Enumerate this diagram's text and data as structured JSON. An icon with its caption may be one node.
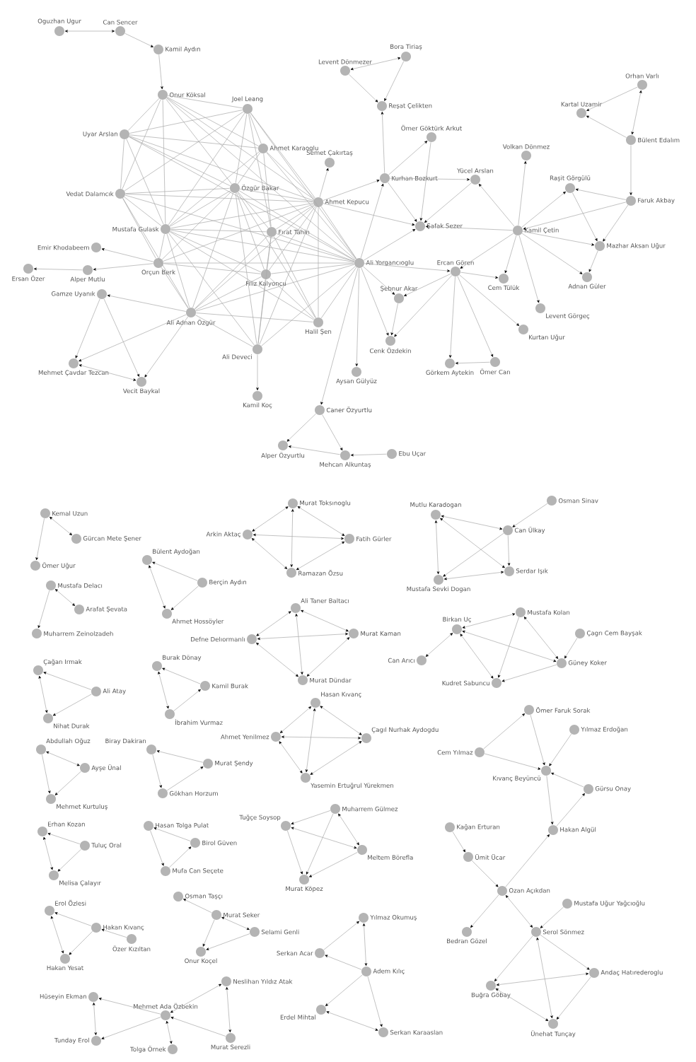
{
  "diagram": {
    "nodes": [
      {
        "text": [
          "Oguzhan Ugur"
        ]
      },
      {
        "text": [
          "Can Sencer"
        ]
      },
      {
        "text": [
          "Kamil Aydın"
        ]
      },
      {
        "text": [
          "Onur Köksal"
        ]
      },
      {
        "text": [
          "Joel Leang"
        ]
      },
      {
        "text": [
          "Uyar Arslan"
        ]
      },
      {
        "text": [
          "Ahmet Karaoglu"
        ]
      },
      {
        "text": [
          "Vedat Dalamcık"
        ]
      },
      {
        "text": [
          "Özgür Bakar"
        ]
      },
      {
        "text": [
          "Mustafa Gulask"
        ]
      },
      {
        "text": [
          "Fırat Tahin"
        ]
      },
      {
        "text": [
          "Semet Çakırtaş"
        ]
      },
      {
        "text": [
          "Ahmet Kepucu"
        ]
      },
      {
        "text": [
          "Emir Khodabeem"
        ]
      },
      {
        "text": [
          "Ersan Özer"
        ]
      },
      {
        "text": [
          "Alper Mutlu"
        ]
      },
      {
        "text": [
          "Orçun Berk"
        ]
      },
      {
        "text": [
          "Filiz Kalyoncu"
        ]
      },
      {
        "text": [
          "Ali Yorgancıoglu"
        ]
      },
      {
        "text": [
          "Gamze Uyanık"
        ]
      },
      {
        "text": [
          "Ali Adnan Özgür"
        ]
      },
      {
        "text": [
          "Ali Deveci"
        ]
      },
      {
        "text": [
          "Halil Şen"
        ]
      },
      {
        "text": [
          "Mehmet Çavdar Tezcan"
        ]
      },
      {
        "text": [
          "Vecit Baykal"
        ]
      },
      {
        "text": [
          "Kamil Koç"
        ]
      },
      {
        "text": [
          "Caner Özyurtlu"
        ]
      },
      {
        "text": [
          "Alper Özyurtlu"
        ]
      },
      {
        "text": [
          "Mehcan Alkuntaş"
        ]
      },
      {
        "text": [
          "Ebu Uçar"
        ]
      },
      {
        "text": [
          "Levent Dönmezer"
        ]
      },
      {
        "text": [
          "Bora Tiriaş"
        ]
      },
      {
        "text": [
          "Reşat Çelikten"
        ]
      },
      {
        "text": [
          "Ömer Göktürk Arkut"
        ]
      },
      {
        "text": [
          "Volkan Dönmez"
        ]
      },
      {
        "text": [
          "Kurhan Bozkurt"
        ]
      },
      {
        "text": [
          "Yücel Arslan"
        ]
      },
      {
        "text": [
          "Raşit Görgülü"
        ]
      },
      {
        "text": [
          "Şafak Sezer"
        ]
      },
      {
        "text": [
          "Kamil Çetin"
        ]
      },
      {
        "text": [
          "Ercan Gören"
        ]
      },
      {
        "text": [
          "Şebnur Akar"
        ]
      },
      {
        "text": [
          "Cem Tülük"
        ]
      },
      {
        "text": [
          "Cenk Özdekin"
        ]
      },
      {
        "text": [
          "Levent Görgeç"
        ]
      },
      {
        "text": [
          "Kurtan Uğur"
        ]
      },
      {
        "text": [
          "Görkem Aytekin"
        ]
      },
      {
        "text": [
          "Ömer Can"
        ]
      },
      {
        "text": [
          "Adnan Güler"
        ]
      },
      {
        "text": [
          "Mazhar Aksan Uğur"
        ]
      },
      {
        "text": [
          "Faruk Akbay"
        ]
      },
      {
        "text": [
          "Kartal Uzamir"
        ]
      },
      {
        "text": [
          "Orhan Varlı"
        ]
      },
      {
        "text": [
          "Bülent Edalım"
        ]
      },
      {
        "text": [
          "Aysan Gülyüz"
        ]
      },
      {
        "text": [
          "Kemal Uzun"
        ]
      },
      {
        "text": [
          "Gürcan Mete Şener"
        ]
      },
      {
        "text": [
          "Ömer Uğur"
        ]
      },
      {
        "text": [
          "Mustafa Delacı"
        ]
      },
      {
        "text": [
          "Arafat Şevata"
        ]
      },
      {
        "text": [
          "Muharrem Zeinolzadeh"
        ]
      },
      {
        "text": [
          "Çağan Irmak"
        ]
      },
      {
        "text": [
          "Ali Atay"
        ]
      },
      {
        "text": [
          "Nihat Durak"
        ]
      },
      {
        "text": [
          "Abdullah Oğuz"
        ]
      },
      {
        "text": [
          "Ayşe Ünal"
        ]
      },
      {
        "text": [
          "Mehmet Kurtuluş"
        ]
      },
      {
        "text": [
          "Erhan Kozan"
        ]
      },
      {
        "text": [
          "Tuluç Oral"
        ]
      },
      {
        "text": [
          "Melisa Çalayır"
        ]
      },
      {
        "text": [
          "Erol Özlesi"
        ]
      },
      {
        "text": [
          "Hakan Kıvanç"
        ]
      },
      {
        "text": [
          "Özer Kızıltan"
        ]
      },
      {
        "text": [
          "Hakan Yesat"
        ]
      },
      {
        "text": [
          "Hüseyin Ekman"
        ]
      },
      {
        "text": [
          "Mehmet Ada Özbekin"
        ]
      },
      {
        "text": [
          "Neslihan Yıldız Atak"
        ]
      },
      {
        "text": [
          "Tunday Erol"
        ]
      },
      {
        "text": [
          "Tolga Örnek"
        ]
      },
      {
        "text": [
          "Murat Serezli"
        ]
      },
      {
        "text": [
          "Bülent Aydoğan"
        ]
      },
      {
        "text": [
          "Berçin Aydın"
        ]
      },
      {
        "text": [
          "Ahmet Hossöyler"
        ]
      },
      {
        "text": [
          "Burak Dönay"
        ]
      },
      {
        "text": [
          "Kamil Burak"
        ]
      },
      {
        "text": [
          "İbrahim Vurmaz"
        ]
      },
      {
        "text": [
          "Biray Dakiran"
        ]
      },
      {
        "text": [
          "Murat Şendy"
        ]
      },
      {
        "text": [
          "Gökhan Horzum"
        ]
      },
      {
        "text": [
          "Hasan Tolga Pulat"
        ]
      },
      {
        "text": [
          "Birol Güven"
        ]
      },
      {
        "text": [
          "Mufa Can Seçete"
        ]
      },
      {
        "text": [
          "Osman Taşçı"
        ]
      },
      {
        "text": [
          "Murat Seker"
        ]
      },
      {
        "text": [
          "Selami Genli"
        ]
      },
      {
        "text": [
          "Onur Koçel"
        ]
      },
      {
        "text": [
          "Arkin Aktaç"
        ]
      },
      {
        "text": [
          "Murat Toksınoglu"
        ]
      },
      {
        "text": [
          "Fatih Gürler"
        ]
      },
      {
        "text": [
          "Ramazan Özsu"
        ]
      },
      {
        "text": [
          "Ali Taner Baltacı"
        ]
      },
      {
        "text": [
          "Defne Delıormanlı"
        ]
      },
      {
        "text": [
          "Murat Kaman"
        ]
      },
      {
        "text": [
          "Murat Dündar"
        ]
      },
      {
        "text": [
          "Hasan Kıvanç"
        ]
      },
      {
        "text": [
          "Ahmet Yenilmez"
        ]
      },
      {
        "text": [
          "Çagıl Nurhak Aydogdu"
        ]
      },
      {
        "text": [
          "Yasemin Ertuğrul Yürekmen"
        ]
      },
      {
        "text": [
          "Tuğçe Soysop"
        ]
      },
      {
        "text": [
          "Muharrem Gülmez"
        ]
      },
      {
        "text": [
          "Meltem Börefla"
        ]
      },
      {
        "text": [
          "Murat Köpez"
        ]
      },
      {
        "text": [
          "Mutlu Karadogan"
        ]
      },
      {
        "text": [
          "Osman Sinav"
        ]
      },
      {
        "text": [
          "Can Ülkay"
        ]
      },
      {
        "text": [
          "Serdar Işık"
        ]
      },
      {
        "text": [
          "Mustafa Sevki Dogan"
        ]
      },
      {
        "text": [
          "Birkan Uç"
        ]
      },
      {
        "text": [
          "Mustafa Kolan"
        ]
      },
      {
        "text": [
          "Çagrı Cem Bayşak"
        ]
      },
      {
        "text": [
          "Can Arıcı"
        ]
      },
      {
        "text": [
          "Güney Koker"
        ]
      },
      {
        "text": [
          "Kudret Sabuncu"
        ]
      },
      {
        "text": [
          "Ömer Faruk Sorak"
        ]
      },
      {
        "text": [
          "Yılmaz Erdoğan"
        ]
      },
      {
        "text": [
          "Cem Yılmaz"
        ]
      },
      {
        "text": [
          "Kıvanç Beyüncü"
        ]
      },
      {
        "text": [
          "Gürsu Onay"
        ]
      },
      {
        "text": [
          "Kağan Erturan"
        ]
      },
      {
        "text": [
          "Hakan Algül"
        ]
      },
      {
        "text": [
          "Ümit Ücar"
        ]
      },
      {
        "text": [
          "Ozan Açıkdan"
        ]
      },
      {
        "text": [
          "Bedran Gözel"
        ]
      },
      {
        "text": [
          "Mustafa Uğur Yağcıoğlu"
        ]
      },
      {
        "text": [
          "Serol Sönmez"
        ]
      },
      {
        "text": [
          "Andaç Hatırederoglu"
        ]
      },
      {
        "text": [
          "Buğra Göbay"
        ]
      },
      {
        "text": [
          "Ünehat Tunçay"
        ]
      },
      {
        "text": [
          "Yılmaz Okumuş"
        ]
      },
      {
        "text": [
          "Serkan Acar"
        ]
      },
      {
        "text": [
          "Adem Kılıç"
        ]
      },
      {
        "text": [
          "Erdel Mihtal"
        ]
      },
      {
        "text": [
          "Serkan Karaaslan"
        ]
      }
    ],
    "edges": [
      {
        "from": 3,
        "to": 12,
        "arrow": "none"
      },
      {
        "from": 4,
        "to": 12,
        "arrow": "none"
      },
      {
        "from": 5,
        "to": 12,
        "arrow": "none"
      },
      {
        "from": 6,
        "to": 12,
        "arrow": "none"
      },
      {
        "from": 7,
        "to": 12,
        "arrow": "none"
      },
      {
        "from": 8,
        "to": 12,
        "arrow": "none"
      },
      {
        "from": 9,
        "to": 12,
        "arrow": "none"
      },
      {
        "from": 10,
        "to": 12,
        "arrow": "none"
      },
      {
        "from": 16,
        "to": 12,
        "arrow": "none"
      },
      {
        "from": 17,
        "to": 12,
        "arrow": "none"
      },
      {
        "from": 18,
        "to": 12,
        "arrow": "none"
      },
      {
        "from": 20,
        "to": 12,
        "arrow": "none"
      },
      {
        "from": 21,
        "to": 12,
        "arrow": "none"
      },
      {
        "from": 22,
        "to": 12,
        "arrow": "none"
      },
      {
        "from": 3,
        "to": 18,
        "arrow": "none"
      },
      {
        "from": 4,
        "to": 18,
        "arrow": "none"
      },
      {
        "from": 5,
        "to": 18,
        "arrow": "none"
      },
      {
        "from": 6,
        "to": 18,
        "arrow": "none"
      },
      {
        "from": 7,
        "to": 18,
        "arrow": "none"
      },
      {
        "from": 8,
        "to": 18,
        "arrow": "none"
      },
      {
        "from": 9,
        "to": 18,
        "arrow": "none"
      },
      {
        "from": 10,
        "to": 18,
        "arrow": "none"
      },
      {
        "from": 16,
        "to": 18,
        "arrow": "none"
      },
      {
        "from": 17,
        "to": 18,
        "arrow": "none"
      },
      {
        "from": 20,
        "to": 18,
        "arrow": "none"
      },
      {
        "from": 21,
        "to": 18,
        "arrow": "none"
      },
      {
        "from": 22,
        "to": 18,
        "arrow": "none"
      },
      {
        "from": 3,
        "to": 8,
        "arrow": "none"
      },
      {
        "from": 4,
        "to": 8,
        "arrow": "none"
      },
      {
        "from": 5,
        "to": 8,
        "arrow": "none"
      },
      {
        "from": 6,
        "to": 8,
        "arrow": "none"
      },
      {
        "from": 7,
        "to": 8,
        "arrow": "none"
      },
      {
        "from": 9,
        "to": 8,
        "arrow": "none"
      },
      {
        "from": 10,
        "to": 8,
        "arrow": "none"
      },
      {
        "from": 16,
        "to": 8,
        "arrow": "none"
      },
      {
        "from": 17,
        "to": 8,
        "arrow": "none"
      },
      {
        "from": 20,
        "to": 8,
        "arrow": "none"
      },
      {
        "from": 21,
        "to": 8,
        "arrow": "none"
      },
      {
        "from": 22,
        "to": 8,
        "arrow": "none"
      },
      {
        "from": 3,
        "to": 9,
        "arrow": "none"
      },
      {
        "from": 4,
        "to": 9,
        "arrow": "none"
      },
      {
        "from": 5,
        "to": 9,
        "arrow": "none"
      },
      {
        "from": 6,
        "to": 9,
        "arrow": "none"
      },
      {
        "from": 7,
        "to": 9,
        "arrow": "none"
      },
      {
        "from": 10,
        "to": 9,
        "arrow": "none"
      },
      {
        "from": 16,
        "to": 9,
        "arrow": "none"
      },
      {
        "from": 17,
        "to": 9,
        "arrow": "none"
      },
      {
        "from": 20,
        "to": 9,
        "arrow": "none"
      },
      {
        "from": 21,
        "to": 9,
        "arrow": "none"
      },
      {
        "from": 22,
        "to": 9,
        "arrow": "none"
      },
      {
        "from": 3,
        "to": 4,
        "arrow": "none"
      },
      {
        "from": 3,
        "to": 5,
        "arrow": "none"
      },
      {
        "from": 3,
        "to": 6,
        "arrow": "none"
      },
      {
        "from": 3,
        "to": 7,
        "arrow": "none"
      },
      {
        "from": 4,
        "to": 5,
        "arrow": "none"
      },
      {
        "from": 4,
        "to": 6,
        "arrow": "none"
      },
      {
        "from": 4,
        "to": 7,
        "arrow": "none"
      },
      {
        "from": 4,
        "to": 10,
        "arrow": "none"
      },
      {
        "from": 5,
        "to": 6,
        "arrow": "none"
      },
      {
        "from": 5,
        "to": 7,
        "arrow": "none"
      },
      {
        "from": 7,
        "to": 16,
        "arrow": "none"
      },
      {
        "from": 7,
        "to": 20,
        "arrow": "none"
      },
      {
        "from": 10,
        "to": 6,
        "arrow": "none"
      },
      {
        "from": 10,
        "to": 17,
        "arrow": "none"
      },
      {
        "from": 10,
        "to": 20,
        "arrow": "none"
      },
      {
        "from": 10,
        "to": 21,
        "arrow": "none"
      },
      {
        "from": 10,
        "to": 22,
        "arrow": "none"
      },
      {
        "from": 17,
        "to": 16,
        "arrow": "none"
      },
      {
        "from": 17,
        "to": 20,
        "arrow": "none"
      },
      {
        "from": 17,
        "to": 21,
        "arrow": "none"
      },
      {
        "from": 17,
        "to": 22,
        "arrow": "none"
      },
      {
        "from": 20,
        "to": 16,
        "arrow": "none"
      },
      {
        "from": 20,
        "to": 21,
        "arrow": "none"
      },
      {
        "from": 20,
        "to": 22,
        "arrow": "none"
      },
      {
        "from": 0,
        "to": 1,
        "arrow": "both"
      },
      {
        "from": 1,
        "to": 2,
        "arrow": "to"
      },
      {
        "from": 2,
        "to": 3,
        "arrow": "to"
      },
      {
        "from": 16,
        "to": 13,
        "arrow": "to"
      },
      {
        "from": 15,
        "to": 14,
        "arrow": "to"
      },
      {
        "from": 16,
        "to": 15,
        "arrow": "to"
      },
      {
        "from": 20,
        "to": 19,
        "arrow": "to"
      },
      {
        "from": 19,
        "to": 23,
        "arrow": "to"
      },
      {
        "from": 19,
        "to": 24,
        "arrow": "to"
      },
      {
        "from": 23,
        "to": 24,
        "arrow": "both"
      },
      {
        "from": 20,
        "to": 23,
        "arrow": "to"
      },
      {
        "from": 20,
        "to": 24,
        "arrow": "to"
      },
      {
        "from": 21,
        "to": 25,
        "arrow": "to"
      },
      {
        "from": 18,
        "to": 26,
        "arrow": "to"
      },
      {
        "from": 26,
        "to": 27,
        "arrow": "to"
      },
      {
        "from": 26,
        "to": 28,
        "arrow": "to"
      },
      {
        "from": 29,
        "to": 28,
        "arrow": "to"
      },
      {
        "from": 28,
        "to": 27,
        "arrow": "to"
      },
      {
        "from": 12,
        "to": 11,
        "arrow": "to"
      },
      {
        "from": 30,
        "to": 31,
        "arrow": "both"
      },
      {
        "from": 31,
        "to": 32,
        "arrow": "to"
      },
      {
        "from": 30,
        "to": 32,
        "arrow": "to"
      },
      {
        "from": 35,
        "to": 32,
        "arrow": "to"
      },
      {
        "from": 35,
        "to": 33,
        "arrow": "to"
      },
      {
        "from": 35,
        "to": 36,
        "arrow": "to"
      },
      {
        "from": 35,
        "to": 38,
        "arrow": "to"
      },
      {
        "from": 12,
        "to": 35,
        "arrow": "to"
      },
      {
        "from": 18,
        "to": 35,
        "arrow": "to"
      },
      {
        "from": 33,
        "to": 38,
        "arrow": "to"
      },
      {
        "from": 36,
        "to": 38,
        "arrow": "to"
      },
      {
        "from": 39,
        "to": 36,
        "arrow": "to"
      },
      {
        "from": 39,
        "to": 38,
        "arrow": "to"
      },
      {
        "from": 39,
        "to": 34,
        "arrow": "to"
      },
      {
        "from": 39,
        "to": 37,
        "arrow": "to"
      },
      {
        "from": 50,
        "to": 39,
        "arrow": "to"
      },
      {
        "from": 39,
        "to": 49,
        "arrow": "to"
      },
      {
        "from": 39,
        "to": 48,
        "arrow": "to"
      },
      {
        "from": 39,
        "to": 42,
        "arrow": "to"
      },
      {
        "from": 39,
        "to": 44,
        "arrow": "to"
      },
      {
        "from": 39,
        "to": 40,
        "arrow": "to"
      },
      {
        "from": 40,
        "to": 41,
        "arrow": "to"
      },
      {
        "from": 40,
        "to": 43,
        "arrow": "to"
      },
      {
        "from": 40,
        "to": 42,
        "arrow": "to"
      },
      {
        "from": 40,
        "to": 45,
        "arrow": "to"
      },
      {
        "from": 40,
        "to": 46,
        "arrow": "to"
      },
      {
        "from": 40,
        "to": 47,
        "arrow": "to"
      },
      {
        "from": 18,
        "to": 40,
        "arrow": "to"
      },
      {
        "from": 18,
        "to": 41,
        "arrow": "to"
      },
      {
        "from": 41,
        "to": 43,
        "arrow": "to"
      },
      {
        "from": 18,
        "to": 43,
        "arrow": "to"
      },
      {
        "from": 18,
        "to": 54,
        "arrow": "to"
      },
      {
        "from": 18,
        "to": 38,
        "arrow": "to"
      },
      {
        "from": 12,
        "to": 38,
        "arrow": "to"
      },
      {
        "from": 47,
        "to": 46,
        "arrow": "to"
      },
      {
        "from": 50,
        "to": 37,
        "arrow": "to"
      },
      {
        "from": 37,
        "to": 49,
        "arrow": "to"
      },
      {
        "from": 50,
        "to": 49,
        "arrow": "to"
      },
      {
        "from": 49,
        "to": 48,
        "arrow": "to"
      },
      {
        "from": 53,
        "to": 50,
        "arrow": "to"
      },
      {
        "from": 52,
        "to": 53,
        "arrow": "both"
      },
      {
        "from": 52,
        "to": 51,
        "arrow": "to"
      },
      {
        "from": 53,
        "to": 51,
        "arrow": "to"
      },
      {
        "from": 55,
        "to": 56,
        "arrow": "both"
      },
      {
        "from": 55,
        "to": 57,
        "arrow": "to"
      },
      {
        "from": 58,
        "to": 59,
        "arrow": "both"
      },
      {
        "from": 58,
        "to": 60,
        "arrow": "to"
      },
      {
        "from": 62,
        "to": 61,
        "arrow": "to"
      },
      {
        "from": 61,
        "to": 63,
        "arrow": "both"
      },
      {
        "from": 62,
        "to": 63,
        "arrow": "to"
      },
      {
        "from": 64,
        "to": 65,
        "arrow": "both"
      },
      {
        "from": 64,
        "to": 66,
        "arrow": "to"
      },
      {
        "from": 65,
        "to": 66,
        "arrow": "to"
      },
      {
        "from": 68,
        "to": 67,
        "arrow": "to"
      },
      {
        "from": 67,
        "to": 69,
        "arrow": "both"
      },
      {
        "from": 68,
        "to": 69,
        "arrow": "to"
      },
      {
        "from": 71,
        "to": 70,
        "arrow": "to"
      },
      {
        "from": 70,
        "to": 73,
        "arrow": "both"
      },
      {
        "from": 71,
        "to": 73,
        "arrow": "to"
      },
      {
        "from": 72,
        "to": 71,
        "arrow": "to"
      },
      {
        "from": 75,
        "to": 74,
        "arrow": "to"
      },
      {
        "from": 74,
        "to": 77,
        "arrow": "both"
      },
      {
        "from": 75,
        "to": 77,
        "arrow": "to"
      },
      {
        "from": 75,
        "to": 76,
        "arrow": "both"
      },
      {
        "from": 76,
        "to": 79,
        "arrow": "both"
      },
      {
        "from": 79,
        "to": 75,
        "arrow": "to"
      },
      {
        "from": 75,
        "to": 78,
        "arrow": "both"
      },
      {
        "from": 81,
        "to": 80,
        "arrow": "to"
      },
      {
        "from": 80,
        "to": 82,
        "arrow": "both"
      },
      {
        "from": 81,
        "to": 82,
        "arrow": "to"
      },
      {
        "from": 84,
        "to": 83,
        "arrow": "to"
      },
      {
        "from": 83,
        "to": 85,
        "arrow": "both"
      },
      {
        "from": 85,
        "to": 84,
        "arrow": "to"
      },
      {
        "from": 87,
        "to": 86,
        "arrow": "to"
      },
      {
        "from": 86,
        "to": 88,
        "arrow": "to"
      },
      {
        "from": 88,
        "to": 87,
        "arrow": "to"
      },
      {
        "from": 90,
        "to": 89,
        "arrow": "to"
      },
      {
        "from": 89,
        "to": 91,
        "arrow": "to"
      },
      {
        "from": 91,
        "to": 90,
        "arrow": "to"
      },
      {
        "from": 93,
        "to": 92,
        "arrow": "to"
      },
      {
        "from": 93,
        "to": 94,
        "arrow": "both"
      },
      {
        "from": 93,
        "to": 95,
        "arrow": "to"
      },
      {
        "from": 94,
        "to": 95,
        "arrow": "to"
      },
      {
        "from": 96,
        "to": 97,
        "arrow": "both"
      },
      {
        "from": 96,
        "to": 98,
        "arrow": "both"
      },
      {
        "from": 96,
        "to": 99,
        "arrow": "both"
      },
      {
        "from": 97,
        "to": 98,
        "arrow": "both"
      },
      {
        "from": 97,
        "to": 99,
        "arrow": "both"
      },
      {
        "from": 98,
        "to": 99,
        "arrow": "both"
      },
      {
        "from": 101,
        "to": 100,
        "arrow": "both"
      },
      {
        "from": 101,
        "to": 102,
        "arrow": "both"
      },
      {
        "from": 101,
        "to": 103,
        "arrow": "both"
      },
      {
        "from": 100,
        "to": 102,
        "arrow": "both"
      },
      {
        "from": 100,
        "to": 103,
        "arrow": "both"
      },
      {
        "from": 102,
        "to": 103,
        "arrow": "both"
      },
      {
        "from": 105,
        "to": 104,
        "arrow": "both"
      },
      {
        "from": 105,
        "to": 106,
        "arrow": "both"
      },
      {
        "from": 105,
        "to": 107,
        "arrow": "both"
      },
      {
        "from": 104,
        "to": 106,
        "arrow": "both"
      },
      {
        "from": 104,
        "to": 107,
        "arrow": "both"
      },
      {
        "from": 106,
        "to": 107,
        "arrow": "both"
      },
      {
        "from": 109,
        "to": 108,
        "arrow": "to"
      },
      {
        "from": 108,
        "to": 110,
        "arrow": "both"
      },
      {
        "from": 108,
        "to": 111,
        "arrow": "to"
      },
      {
        "from": 109,
        "to": 110,
        "arrow": "both"
      },
      {
        "from": 109,
        "to": 111,
        "arrow": "to"
      },
      {
        "from": 110,
        "to": 111,
        "arrow": "to"
      },
      {
        "from": 113,
        "to": 114,
        "arrow": "to"
      },
      {
        "from": 112,
        "to": 114,
        "arrow": "both"
      },
      {
        "from": 112,
        "to": 115,
        "arrow": "both"
      },
      {
        "from": 112,
        "to": 116,
        "arrow": "both"
      },
      {
        "from": 114,
        "to": 116,
        "arrow": "to"
      },
      {
        "from": 114,
        "to": 115,
        "arrow": "to"
      },
      {
        "from": 116,
        "to": 115,
        "arrow": "both"
      },
      {
        "from": 117,
        "to": 118,
        "arrow": "both"
      },
      {
        "from": 117,
        "to": 120,
        "arrow": "both"
      },
      {
        "from": 117,
        "to": 121,
        "arrow": "both"
      },
      {
        "from": 117,
        "to": 122,
        "arrow": "both"
      },
      {
        "from": 118,
        "to": 121,
        "arrow": "both"
      },
      {
        "from": 118,
        "to": 122,
        "arrow": "to"
      },
      {
        "from": 119,
        "to": 121,
        "arrow": "to"
      },
      {
        "from": 121,
        "to": 122,
        "arrow": "to"
      },
      {
        "from": 125,
        "to": 123,
        "arrow": "to"
      },
      {
        "from": 123,
        "to": 126,
        "arrow": "to"
      },
      {
        "from": 124,
        "to": 126,
        "arrow": "to"
      },
      {
        "from": 125,
        "to": 126,
        "arrow": "to"
      },
      {
        "from": 127,
        "to": 126,
        "arrow": "to"
      },
      {
        "from": 126,
        "to": 129,
        "arrow": "to"
      },
      {
        "from": 129,
        "to": 127,
        "arrow": "to"
      },
      {
        "from": 128,
        "to": 130,
        "arrow": "to"
      },
      {
        "from": 130,
        "to": 131,
        "arrow": "to"
      },
      {
        "from": 131,
        "to": 129,
        "arrow": "to"
      },
      {
        "from": 131,
        "to": 132,
        "arrow": "to"
      },
      {
        "from": 131,
        "to": 134,
        "arrow": "both"
      },
      {
        "from": 133,
        "to": 134,
        "arrow": "to"
      },
      {
        "from": 134,
        "to": 136,
        "arrow": "to"
      },
      {
        "from": 134,
        "to": 135,
        "arrow": "to"
      },
      {
        "from": 134,
        "to": 137,
        "arrow": "both"
      },
      {
        "from": 136,
        "to": 135,
        "arrow": "both"
      },
      {
        "from": 136,
        "to": 137,
        "arrow": "both"
      },
      {
        "from": 135,
        "to": 137,
        "arrow": "to"
      },
      {
        "from": 139,
        "to": 138,
        "arrow": "to"
      },
      {
        "from": 138,
        "to": 140,
        "arrow": "both"
      },
      {
        "from": 140,
        "to": 139,
        "arrow": "to"
      },
      {
        "from": 140,
        "to": 141,
        "arrow": "to"
      },
      {
        "from": 140,
        "to": 142,
        "arrow": "to"
      },
      {
        "from": 141,
        "to": 142,
        "arrow": "both"
      }
    ]
  }
}
